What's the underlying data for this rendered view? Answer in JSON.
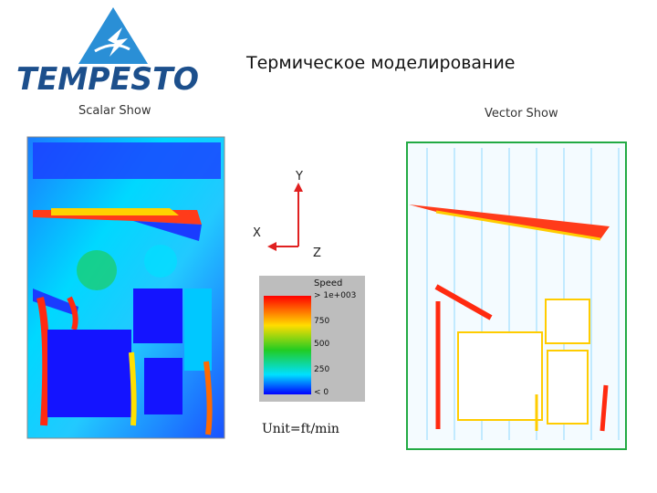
{
  "logo": {
    "text": "TEMPESTO",
    "icon": "tempesto-triangle-logo"
  },
  "title": "Термическое моделирование",
  "scalar_label": "Scalar Show",
  "vector_label": "Vector Show",
  "axes": {
    "y": "Y",
    "x": "X",
    "z": "Z"
  },
  "legend": {
    "title": "Speed",
    "labels": [
      "> 1e+003",
      "750",
      "500",
      "250",
      "< 0"
    ],
    "colors": [
      "#ff0000",
      "#ffdd00",
      "#22cc22",
      "#00e0ff",
      "#0000ff"
    ]
  },
  "unit": "Unit=ft/min",
  "colors": {
    "logo_blue": "#2a8fd6",
    "logo_dark": "#1c4f8c",
    "field_blue": "#1a3cff"
  }
}
